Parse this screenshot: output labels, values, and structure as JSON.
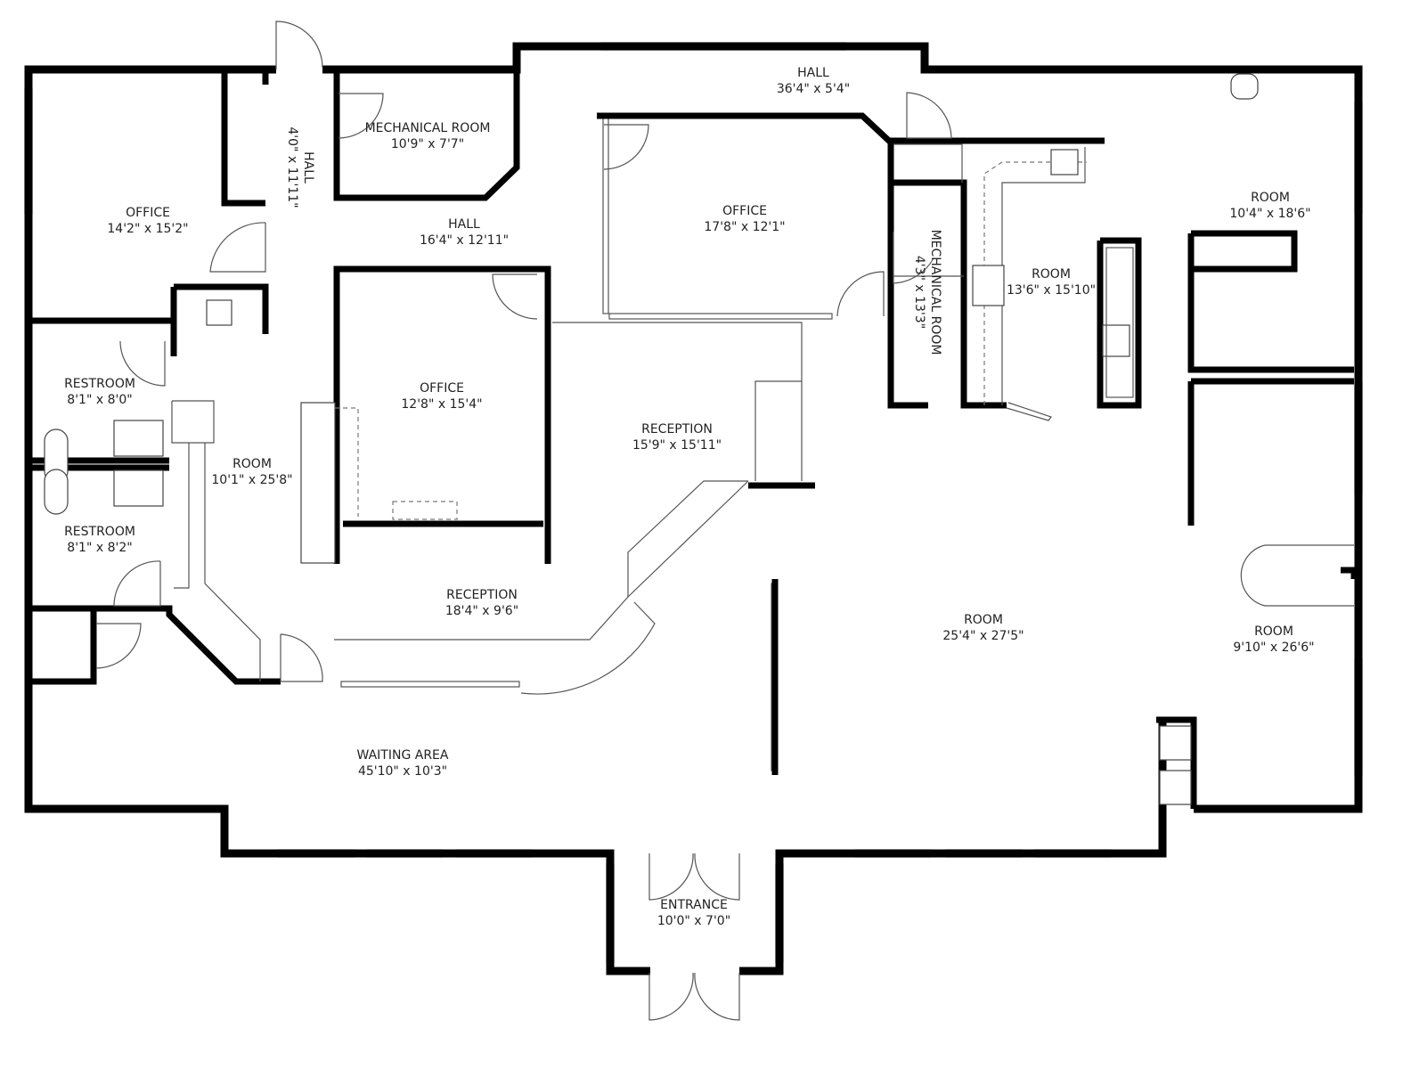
{
  "rooms": {
    "office_nw": {
      "name": "OFFICE",
      "size": "14'2\" x 15'2\""
    },
    "hall_vertical": {
      "name": "HALL",
      "size": "4'0\" x 11'11\""
    },
    "mechanical_room_top": {
      "name": "MECHANICAL ROOM",
      "size": "10'9\" x 7'7\""
    },
    "hall_top": {
      "name": "HALL",
      "size": "36'4\" x 5'4\""
    },
    "hall_center": {
      "name": "HALL",
      "size": "16'4\" x 12'11\""
    },
    "office_center": {
      "name": "OFFICE",
      "size": "17'8\" x 12'1\""
    },
    "mechanical_room_right": {
      "name": "MECHANICAL ROOM",
      "size": "4'3\" x 13'3\""
    },
    "room_13x15": {
      "name": "ROOM",
      "size": "13'6\" x 15'10\""
    },
    "room_ne": {
      "name": "ROOM",
      "size": "10'4\" x 18'6\""
    },
    "restroom_1": {
      "name": "RESTROOM",
      "size": "8'1\" x 8'0\""
    },
    "restroom_2": {
      "name": "RESTROOM",
      "size": "8'1\" x 8'2\""
    },
    "room_long": {
      "name": "ROOM",
      "size": "10'1\" x 25'8\""
    },
    "office_mid": {
      "name": "OFFICE",
      "size": "12'8\" x 15'4\""
    },
    "reception_upper": {
      "name": "RECEPTION",
      "size": "15'9\" x 15'11\""
    },
    "reception_lower": {
      "name": "RECEPTION",
      "size": "18'4\" x 9'6\""
    },
    "room_large": {
      "name": "ROOM",
      "size": "25'4\" x 27'5\""
    },
    "room_east": {
      "name": "ROOM",
      "size": "9'10\" x 26'6\""
    },
    "waiting_area": {
      "name": "WAITING AREA",
      "size": "45'10\" x 10'3\""
    },
    "entrance": {
      "name": "ENTRANCE",
      "size": "10'0\" x 7'0\""
    }
  }
}
